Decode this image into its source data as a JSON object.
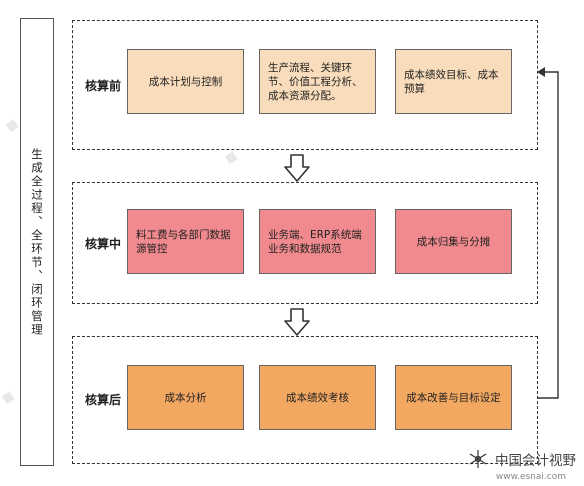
{
  "sidebar": {
    "label": "生成全过程、全环节、闭环管理"
  },
  "stages": [
    {
      "label": "核算前",
      "boxes": [
        "成本计划与控制",
        "生产流程、关键环节、价值工程分析、成本资源分配。",
        "成本绩效目标、成本预算"
      ]
    },
    {
      "label": "核算中",
      "boxes": [
        "料工费与各部门数据源管控",
        "业务端、ERP系统端业务和数据规范",
        "成本归集与分摊"
      ]
    },
    {
      "label": "核算后",
      "boxes": [
        "成本分析",
        "成本绩效考核",
        "成本改善与目标设定"
      ]
    }
  ],
  "colors": {
    "pre": "#f9dcbc",
    "mid": "#f18a8e",
    "post": "#f3a862"
  },
  "brand": {
    "name": "中国会计视野",
    "url": "www.esnai.com",
    "icon": "snowflake-logo"
  }
}
